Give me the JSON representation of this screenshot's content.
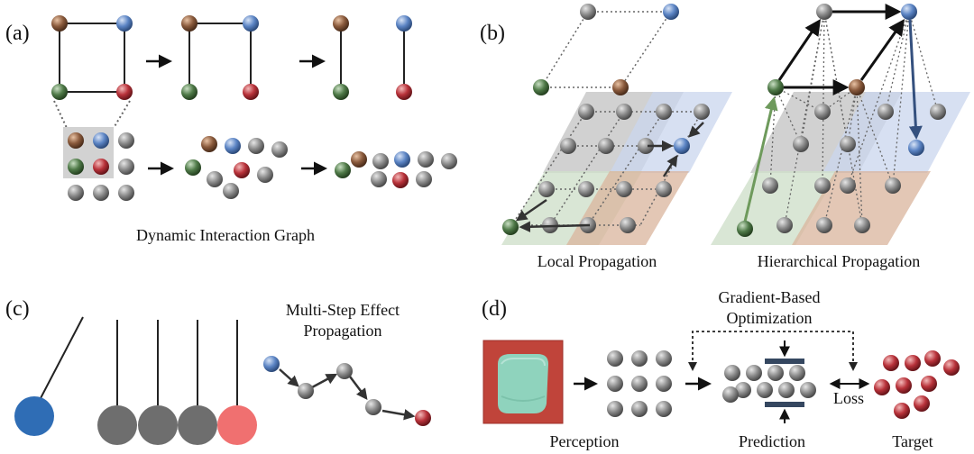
{
  "panels": {
    "a": {
      "label": "(a)",
      "caption": "Dynamic Interaction Graph"
    },
    "b": {
      "label": "(b)",
      "caption_left": "Local Propagation",
      "caption_right": "Hierarchical Propagation"
    },
    "c": {
      "label": "(c)",
      "caption_line1": "Multi-Step Effect",
      "caption_line2": "Propagation"
    },
    "d": {
      "label": "(d)",
      "opt_line1": "Gradient-Based",
      "opt_line2": "Optimization",
      "loss": "Loss",
      "perception": "Perception",
      "prediction": "Prediction",
      "target": "Target"
    }
  },
  "colors": {
    "brown": "#8a5a3c",
    "blue": "#5b84c4",
    "green": "#4f7a48",
    "red": "#b8323a",
    "gray": "#8c8c8c",
    "pendulum_blue": "#2f6db5",
    "pendulum_pink": "#f07070",
    "pendulum_gray": "#6e6e6e",
    "region_gray": "#bdbdbd",
    "region_blue": "#c9d6ee",
    "region_brown": "#d9b49c",
    "region_green": "#cfe0cb",
    "arrow_green": "#6e9a5c",
    "arrow_navy": "#34507e",
    "photo_bg": "#c0443a",
    "foam": "#8fd3bd",
    "press": "#354760"
  }
}
